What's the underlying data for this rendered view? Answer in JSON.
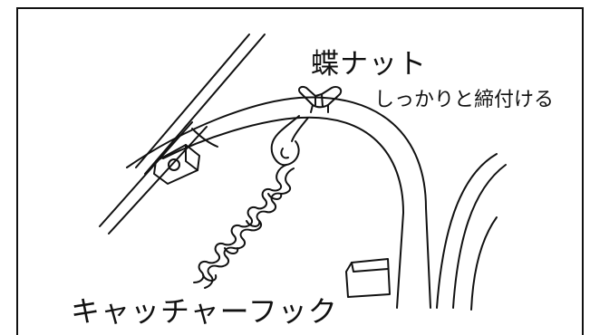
{
  "labels": {
    "wing_nut": "蝶ナット",
    "tighten": "しっかりと締付ける",
    "catcher_hook": "キャッチャーフック"
  }
}
